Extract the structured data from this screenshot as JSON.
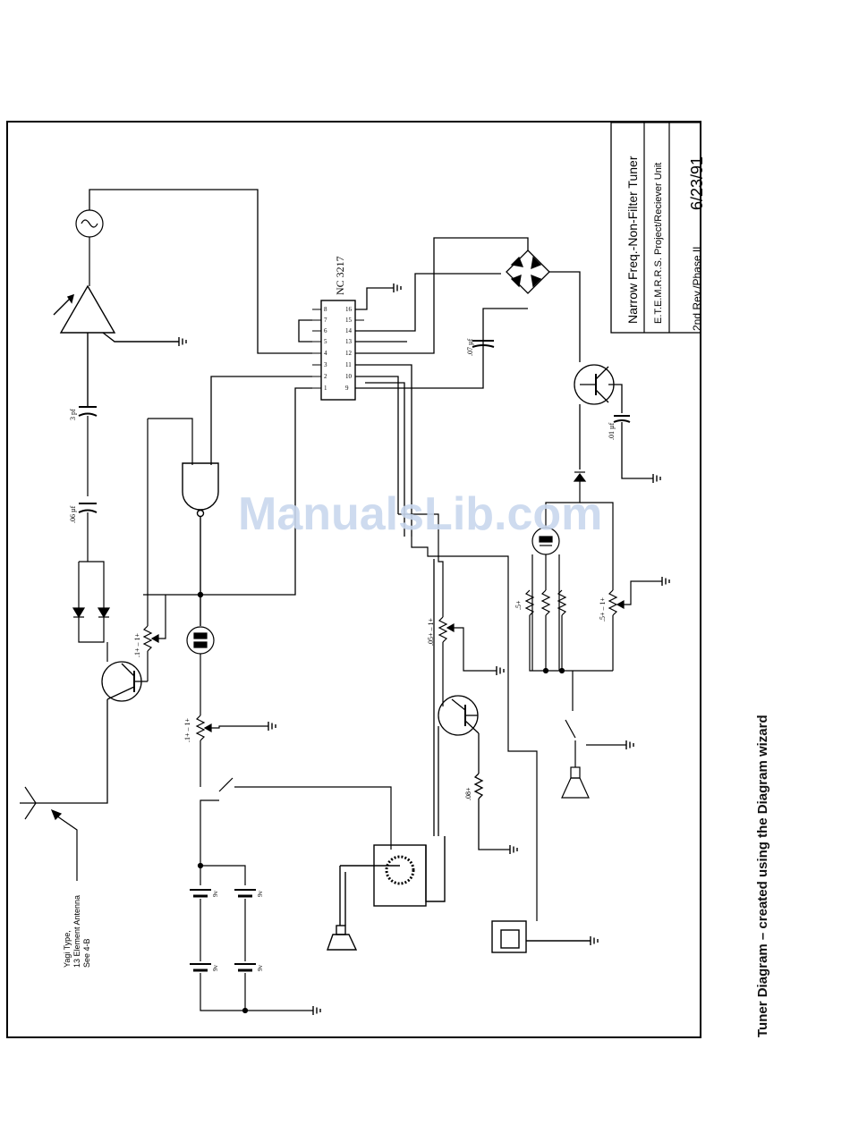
{
  "title_block": {
    "title": "Narrow Freq.-Non-Filter Tuner",
    "project": "E.T.E.M.R.R.S. Project/Reciever Unit",
    "revision": "2nd Rev./Phase II",
    "date": "6/23/91"
  },
  "chip": {
    "name": "NC 3217",
    "pins_top": [
      "1",
      "2",
      "3",
      "4",
      "5",
      "6",
      "7",
      "8"
    ],
    "pins_bottom": [
      "9",
      "10",
      "11",
      "12",
      "13",
      "14",
      "15",
      "16"
    ]
  },
  "labels": {
    "cap_06": ".06 µf",
    "cap_3pf": "3 pf",
    "cap_07": ".07 µf",
    "cap_01": ".01 µf",
    "pot_1a": ".1+ – 1+",
    "pot_1b": ".1+ – 1+",
    "pot_05": ".05+ – 1+",
    "pot_5a": ".5+",
    "pot_5b": ".5+ – 1+",
    "res_08": ".08+",
    "bat1": "9v",
    "bat2": "9v",
    "bat3": "9v",
    "bat4": "9v",
    "antenna_line1": "Yagi Type,",
    "antenna_line2": "13 Element Antenna",
    "antenna_line3": "See 4-B"
  },
  "caption": "Tuner Diagram – created using the Diagram wizard",
  "watermark": "ManualsLib.com"
}
